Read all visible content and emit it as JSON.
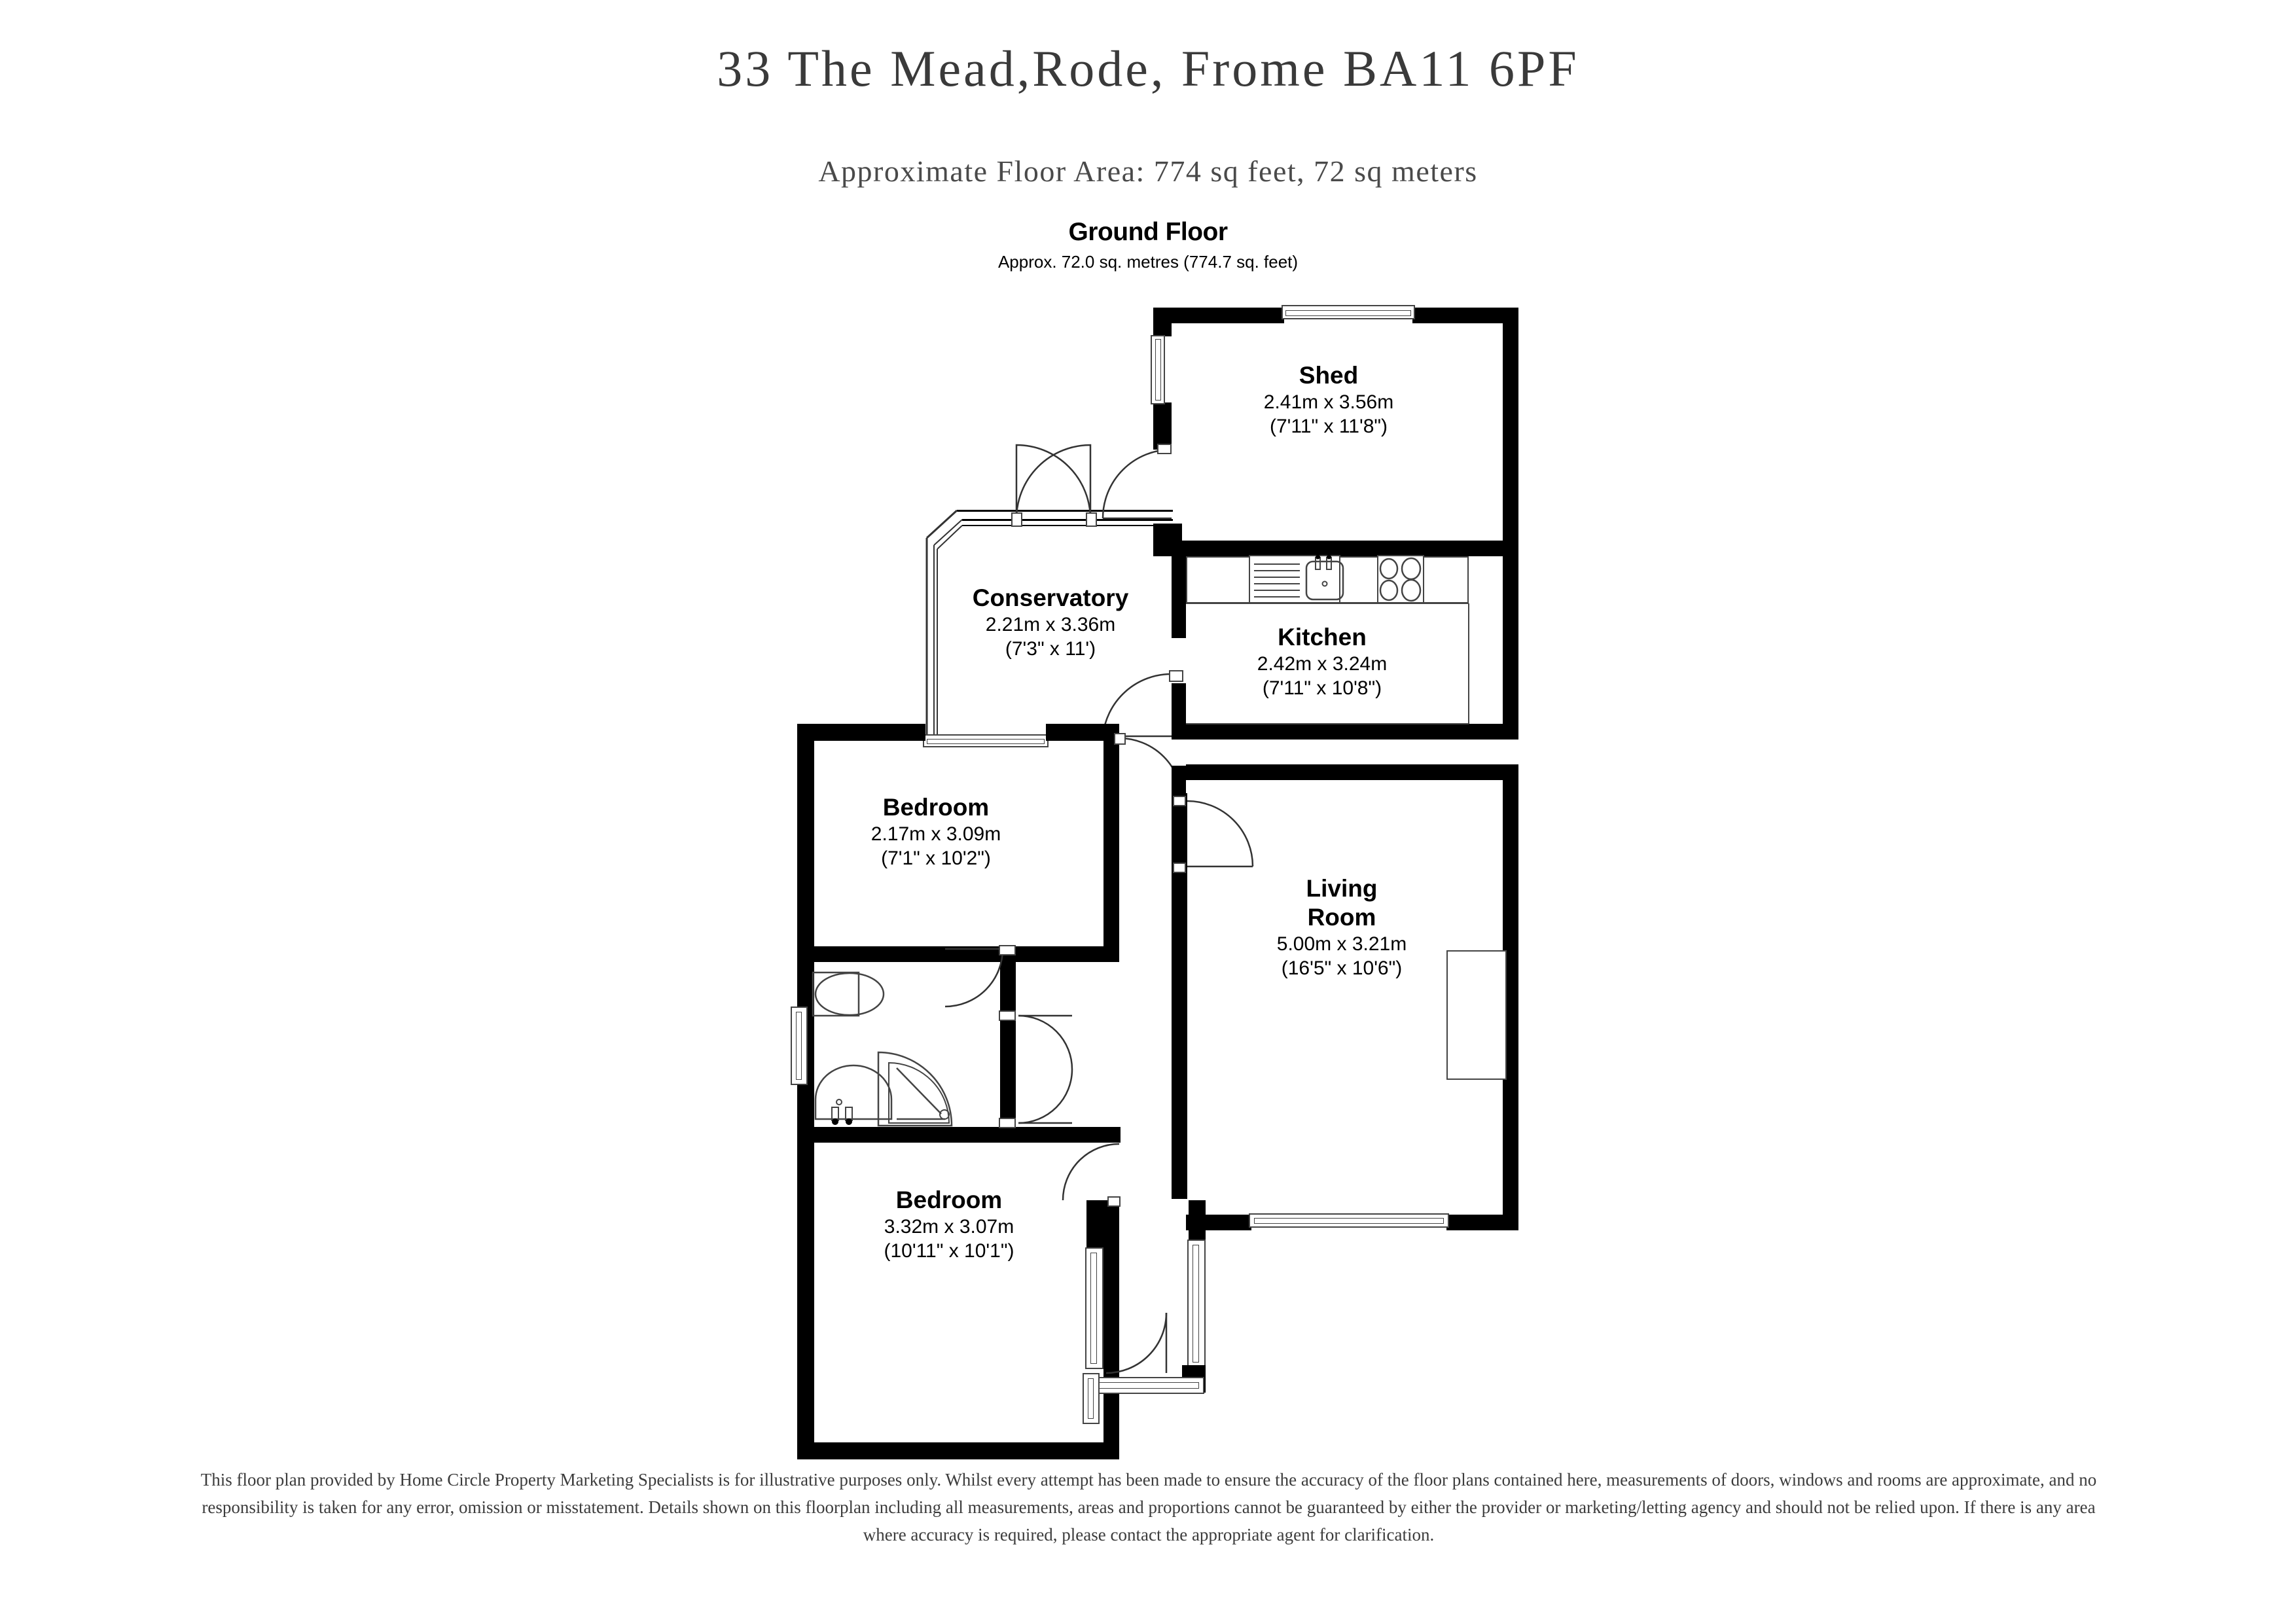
{
  "header": {
    "title": "33 The Mead,Rode, Frome BA11 6PF",
    "subtitle": "Approximate Floor Area: 774 sq feet, 72 sq meters",
    "floor_name": "Ground Floor",
    "floor_area": "Approx. 72.0 sq. metres (774.7 sq. feet)"
  },
  "rooms": [
    {
      "name": "Shed",
      "metric": "2.41m x 3.56m",
      "imperial": "(7'11\" x 11'8\")"
    },
    {
      "name": "Conservatory",
      "metric": "2.21m x 3.36m",
      "imperial": "(7'3\" x 11')"
    },
    {
      "name": "Kitchen",
      "metric": "2.42m x 3.24m",
      "imperial": "(7'11\" x 10'8\")"
    },
    {
      "name": "Bedroom",
      "metric": "2.17m x 3.09m",
      "imperial": "(7'1\" x 10'2\")"
    },
    {
      "name": "Living",
      "name2": "Room",
      "metric": "5.00m x 3.21m",
      "imperial": "(16'5\" x 10'6\")"
    },
    {
      "name": "Bedroom",
      "metric": "3.32m x 3.07m",
      "imperial": "(10'11\" x 10'1\")"
    }
  ],
  "fixtures": [
    "kitchen-drainer",
    "kitchen-sink",
    "kitchen-hob",
    "kitchen-counter",
    "toilet",
    "wash-basin",
    "corner-shower",
    "living-room-alcove"
  ],
  "disclaimer": "This floor plan provided by Home Circle Property Marketing Specialists is for illustrative purposes only. Whilst every attempt has been made to ensure the accuracy of the floor plans contained here, measurements of doors, windows and rooms are approximate, and no responsibility is taken for any error, omission or misstatement. Details shown on this floorplan including all measurements, areas and proportions cannot be guaranteed by either the provider or marketing/letting agency and should not be relied upon. If there is any area where accuracy is required, please contact the appropriate agent for clarification.",
  "colors": {
    "wall": "#000000",
    "title_text": "#3a3a3a",
    "body_text": "#000000",
    "fixture_stroke": "#444444",
    "background": "#ffffff"
  }
}
